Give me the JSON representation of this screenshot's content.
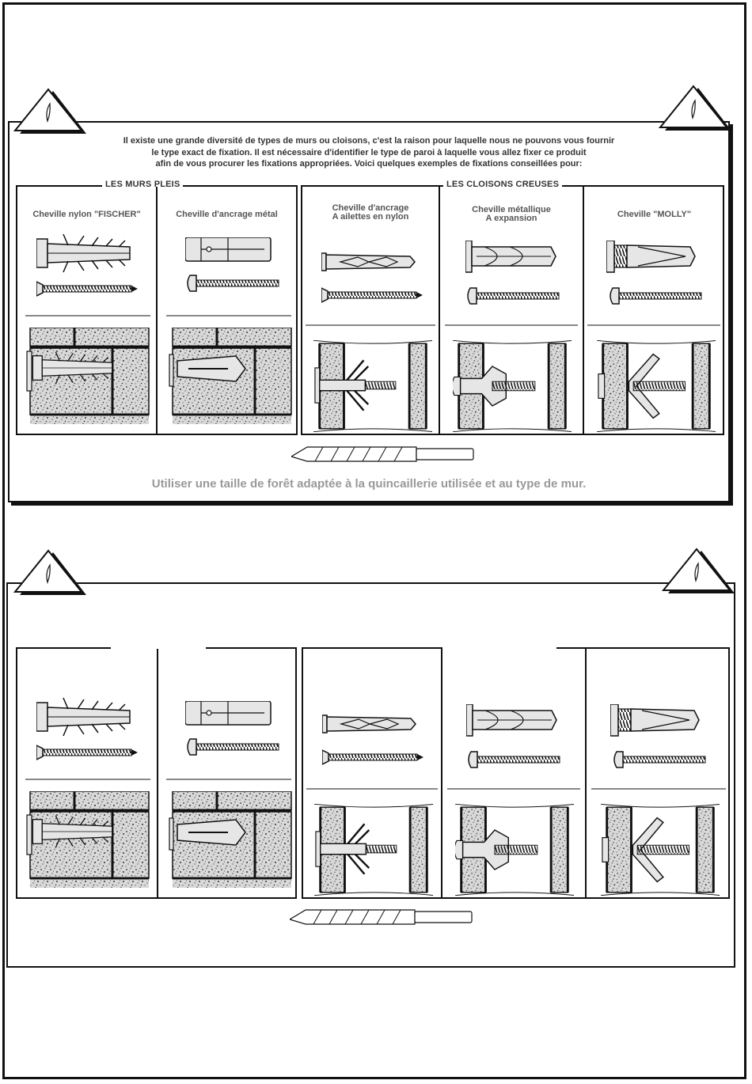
{
  "panel1": {
    "intro": [
      "Il existe une grande diversité de types de murs ou cloisons, c'est la raison pour laquelle nous ne pouvons vous fournir",
      "le type exact de fixation. Il est nécessaire d'identifier le type de paroi à laquelle vous allez fixer ce produit",
      "afin de vous procurer les fixations appropriées. Voici quelques exemples de fixations conseillées pour:"
    ],
    "solid_title": "LES MURS PLEIS",
    "hollow_title": "LES CLOISONS CREUSES",
    "captions": {
      "nylon_fischer": "Cheville nylon \"FISCHER\"",
      "metal_anchor": "Cheville d'ancrage métal",
      "wing_anchor_1": "Cheville d'ancrage",
      "wing_anchor_2": "A ailettes en nylon",
      "expansion_1": "Cheville métallique",
      "expansion_2": "A expansion",
      "molly": "Cheville \"MOLLY\""
    },
    "footer": "Utiliser une taille de forêt adaptée à la quincaillerie utilisée et au type de mur."
  },
  "icons": {
    "warning": "warning-triangle-icon",
    "drill_bit": "drill-bit-icon"
  },
  "colors": {
    "line": "#111111",
    "caption": "#555555",
    "footer_text": "#999999"
  }
}
